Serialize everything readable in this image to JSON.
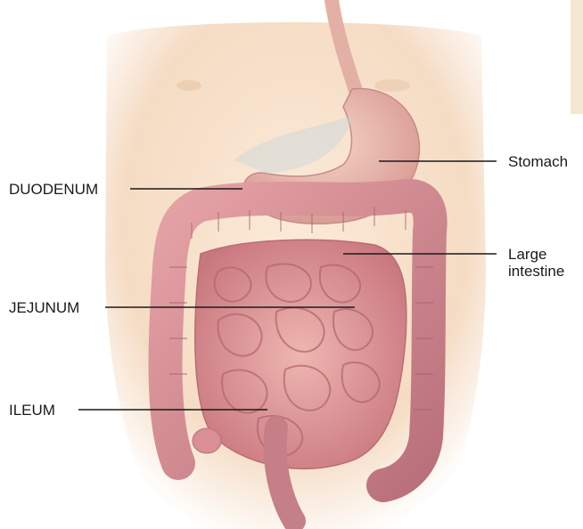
{
  "figure": {
    "colors": {
      "skin": "#f8e4cf",
      "skin_shadow": "#eac9ac",
      "stomach": "#efc2b3",
      "large_intestine": "#d98f95",
      "small_intestine": "#e3a3a2",
      "tab": "#f3e7cf",
      "leader": "#1a1a1a"
    }
  },
  "labels": {
    "left": [
      {
        "id": "duodenum",
        "text": "DUODENUM"
      },
      {
        "id": "jejunum",
        "text": "JEJUNUM"
      },
      {
        "id": "ileum",
        "text": "ILEUM"
      }
    ],
    "right": [
      {
        "id": "stomach",
        "lines": [
          "Stomach"
        ]
      },
      {
        "id": "large-intestine",
        "lines": [
          "Large",
          "intestine"
        ]
      }
    ]
  }
}
